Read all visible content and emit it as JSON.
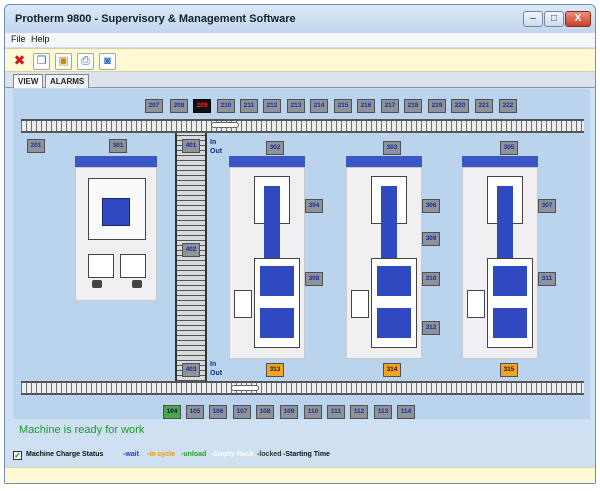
{
  "window": {
    "title": "Protherm 9800 - Supervisory & Management Software",
    "controls": [
      "–",
      "□",
      "X"
    ]
  },
  "menu": [
    {
      "label": "File"
    },
    {
      "label": "Help"
    }
  ],
  "toolbar": {
    "icons": [
      "close-icon",
      "copy-icon",
      "paste-icon",
      "print-icon",
      "settings-icon"
    ],
    "glyphs": [
      "✖",
      "❐",
      "▣",
      "⎙",
      "◙"
    ]
  },
  "tabs": [
    {
      "label": "VIEW"
    },
    {
      "label": "ALARMS"
    }
  ],
  "stations": {
    "top": [
      "207",
      "208",
      "209",
      "210",
      "211",
      "212",
      "213",
      "214",
      "215",
      "216",
      "217",
      "218",
      "219",
      "220",
      "221",
      "222"
    ],
    "bottom": [
      "104",
      "105",
      "106",
      "107",
      "108",
      "109",
      "110",
      "111",
      "112",
      "113",
      "114"
    ],
    "s201": "201",
    "s301": "301",
    "s401": "401",
    "s402": "402",
    "s403": "403",
    "s302": "302",
    "s303": "303",
    "s305": "305",
    "s304": "304",
    "s308": "308",
    "s306": "306",
    "s309": "309",
    "s310": "310",
    "s312": "312",
    "s307": "307",
    "s311": "311",
    "s313": "313",
    "s314": "314",
    "s315": "315"
  },
  "io": {
    "in_top": "In",
    "out_top": "Out",
    "in_bot": "In",
    "out_bot": "Out"
  },
  "status": {
    "message": "Machine is ready for work"
  },
  "legend": {
    "checkbox_label": "Machine Charge Status",
    "checked": true,
    "items": [
      {
        "label": "-wait",
        "color": "#1e3fd0"
      },
      {
        "label": "-in cycle",
        "color": "#e89a10"
      },
      {
        "label": "-unload",
        "color": "#2aa02a"
      },
      {
        "label": "-Empty Rack",
        "color": "#ffffff"
      },
      {
        "label": "-locked",
        "color": "#333333"
      },
      {
        "label": "-Starting Time",
        "color": "#111111"
      }
    ]
  },
  "colors": {
    "accent_blue": "#3a57c4",
    "conveyor": "#6b6f74",
    "background": "#b9d4ec",
    "status_green": "#1a9a28",
    "alarm_red": "#ff2020"
  }
}
